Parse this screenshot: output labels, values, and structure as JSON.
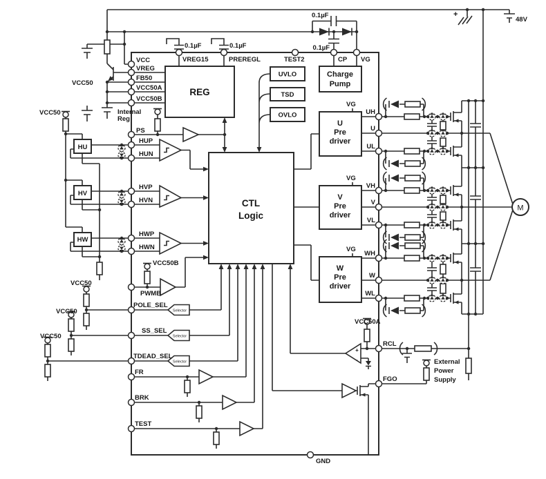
{
  "ic": {
    "blocks": {
      "reg": "REG",
      "uvlo": "UVLO",
      "tsd": "TSD",
      "ovlo": "OVLO",
      "ctl1": "CTL",
      "ctl2": "Logic",
      "cp1": "Charge",
      "cp2": "Pump",
      "pre_u": "U",
      "pre_v": "V",
      "pre_w": "W",
      "pre2": "Pre",
      "pre3": "driver",
      "selector": "Selector"
    },
    "pins_top": [
      "VREG15",
      "PREREGL",
      "TEST2",
      "CP",
      "VG"
    ],
    "pins_left": [
      "VCC",
      "VREG",
      "FB50",
      "VCC50A",
      "VCC50B",
      "PS",
      "HUP",
      "HUN",
      "HVP",
      "HVN",
      "HWP",
      "HWN",
      "PWMB",
      "POLE_SEL",
      "SS_SEL",
      "TDEAD_SEL",
      "FR",
      "BRK",
      "TEST"
    ],
    "pins_right": [
      "UH",
      "U",
      "UL",
      "VH",
      "V",
      "VL",
      "WH",
      "W",
      "WL",
      "RCL",
      "FGO"
    ],
    "pin_bottom": "GND",
    "internal_reg1": "Internal",
    "internal_reg2": "Reg",
    "vg": "VG",
    "comp_plus": "+",
    "comp_minus": "-"
  },
  "external": {
    "cap": "0.1µF",
    "v48": "48V",
    "plus": "+",
    "vcc50": "VCC50",
    "vcc50a": "VCC50A",
    "vcc50b": "VCC50B",
    "hall": [
      "HU",
      "HV",
      "HW"
    ],
    "motor": "M",
    "ext1": "External",
    "ext2": "Power",
    "ext3": "Supply"
  }
}
